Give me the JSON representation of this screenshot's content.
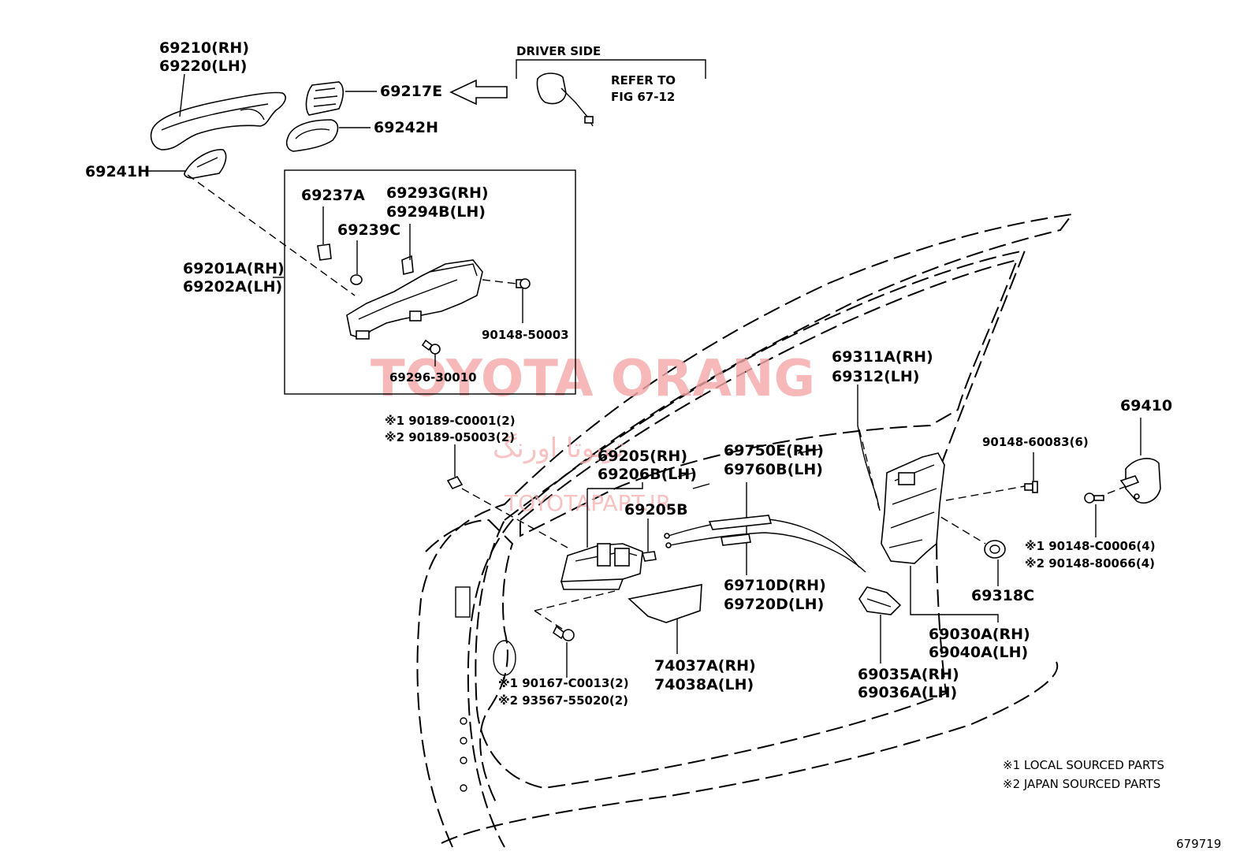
{
  "labels": {
    "p69210": "69210(RH)",
    "p69220": "69220(LH)",
    "driver_side": "DRIVER SIDE",
    "refer_to": "REFER TO",
    "fig": "FIG 67-12",
    "p69217e": "69217E",
    "p69242h": "69242H",
    "p69241h": "69241H",
    "p69237a": "69237A",
    "p69293g": "69293G(RH)",
    "p69294b": "69294B(LH)",
    "p69239c": "69239C",
    "p69201a": "69201A(RH)",
    "p69202a": "69202A(LH)",
    "p90148_50003": "90148-50003",
    "p69296_30010": "69296-30010",
    "p90189_c0001": "※1 90189-C0001(2)",
    "p90189_05003": "※2 90189-05003(2)",
    "p69205": "69205(RH)",
    "p69206b": "69206B(LH)",
    "p69205b": "69205B",
    "p69750e": "69750E(RH)",
    "p69760b": "69760B(LH)",
    "p69311a": "69311A(RH)",
    "p69312": "69312(LH)",
    "p90148_60083": "90148-60083(6)",
    "p69410": "69410",
    "p90148_c0006": "※1 90148-C0006(4)",
    "p90148_80066": "※2 90148-80066(4)",
    "p69710d": "69710D(RH)",
    "p69720d": "69720D(LH)",
    "p69318c": "69318C",
    "p69030a": "69030A(RH)",
    "p69040a": "69040A(LH)",
    "p74037a": "74037A(RH)",
    "p74038a": "74038A(LH)",
    "p69035a": "69035A(RH)",
    "p69036a": "69036A(LH)",
    "p90167_c0013": "※1 90167-C0013(2)",
    "p93567_55020": "※2 93567-55020(2)",
    "legend1": "※1 LOCAL SOURCED PARTS",
    "legend2": "※2 JAPAN SOURCED PARTS",
    "fig_no": "679719"
  },
  "watermark": {
    "main": "TOYOTA ORANG",
    "farsi": "تویوتا اورنگ",
    "url": "TOYOTAPART.IR"
  }
}
